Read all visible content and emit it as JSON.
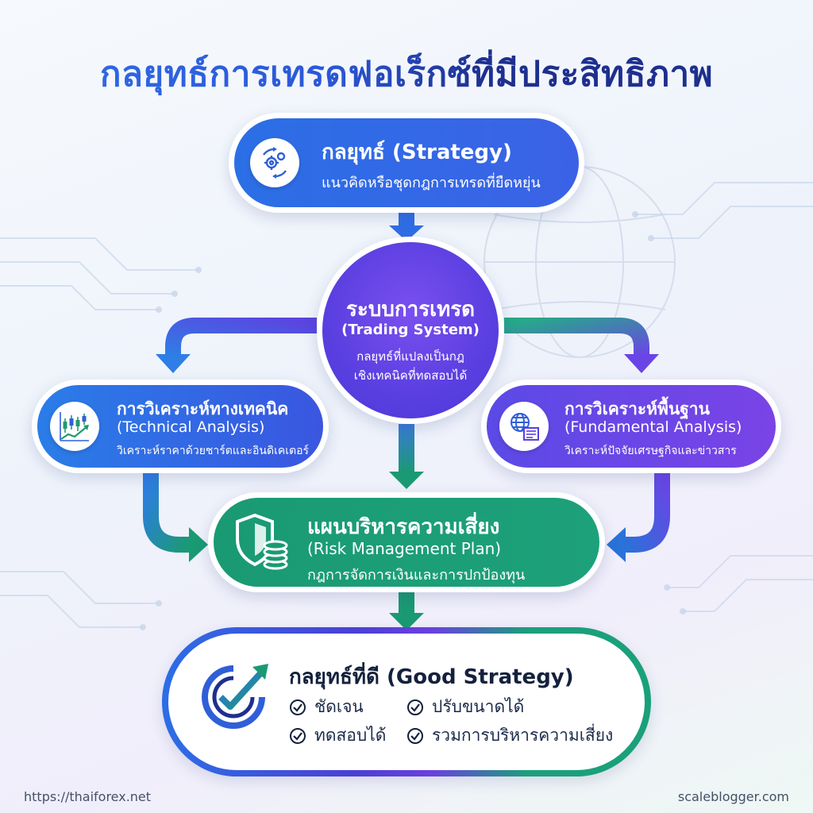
{
  "title": "กลยุทธ์การเทรดฟอเร็กซ์ที่มีประสิทธิภาพ",
  "strategy": {
    "title": "กลยุทธ์ (Strategy)",
    "subtitle": "แนวคิดหรือชุดกฎการเทรดที่ยืดหยุ่น",
    "icon": "gears-cycle-icon"
  },
  "trading_system": {
    "title_th": "ระบบการเทรด",
    "title_en": "(Trading System)",
    "desc_line1": "กลยุทธ์ที่แปลงเป็นกฎ",
    "desc_line2": "เชิงเทคนิคที่ทดสอบได้"
  },
  "technical": {
    "title_th": "การวิเคราะห์ทางเทคนิค",
    "title_en": "(Technical Analysis)",
    "subtitle": "วิเคราะห์ราคาด้วยชาร์ตและอินดิเคเตอร์",
    "icon": "candlestick-chart-icon"
  },
  "fundamental": {
    "title_th": "การวิเคราะห์พื้นฐาน",
    "title_en": "(Fundamental Analysis)",
    "subtitle": "วิเคราะห์ปัจจัยเศรษฐกิจและข่าวสาร",
    "icon": "globe-news-icon"
  },
  "risk": {
    "title_th": "แผนบริหารความเสี่ยง",
    "title_en": "(Risk Management Plan)",
    "subtitle": "กฎการจัดการเงินและการปกป้องทุน",
    "icon": "shield-coins-icon"
  },
  "good": {
    "title": "กลยุทธ์ที่ดี (Good Strategy)",
    "items": [
      "ชัดเจน",
      "ปรับขนาดได้",
      "ทดสอบได้",
      "รวมการบริหารความเสี่ยง"
    ],
    "icon": "check-growth-icon"
  },
  "footer": {
    "left": "https://thaiforex.net",
    "right": "scaleblogger.com"
  },
  "colors": {
    "strategy": "#2b6fe6",
    "trading": "#5a3fe0",
    "technical": "#2a7de8",
    "fundamental": "#6a46e6",
    "risk": "#1a9a72"
  }
}
